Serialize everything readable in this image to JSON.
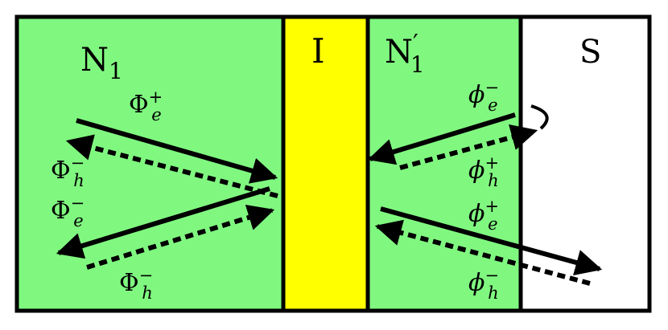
{
  "regions": {
    "n1": {
      "label_main": "N",
      "label_sub": "1",
      "color": "#80F880"
    },
    "insulator": {
      "label": "I",
      "color": "#FFFF00"
    },
    "n1prime": {
      "label_main": "N",
      "label_prime": "′",
      "label_sub": "1",
      "color": "#80F880"
    },
    "superconductor": {
      "label": "S",
      "color": "#FFFFFF"
    }
  },
  "waves": {
    "n1_electron_in": {
      "symbol": "Φ",
      "sup": "+",
      "sub": "e",
      "style": "solid"
    },
    "n1_hole_out_top": {
      "symbol": "Φ",
      "sup": "−",
      "sub": "h",
      "style": "dotted"
    },
    "n1_electron_out": {
      "symbol": "Φ",
      "sup": "−",
      "sub": "e",
      "style": "solid"
    },
    "n1_hole_in_bottom": {
      "symbol": "Φ",
      "sup": "−",
      "sub": "h",
      "style": "dotted"
    },
    "np_electron_left": {
      "symbol": "ϕ",
      "sup": "−",
      "sub": "e",
      "style": "solid"
    },
    "np_hole_right": {
      "symbol": "ϕ",
      "sup": "+",
      "sub": "h",
      "style": "dotted"
    },
    "np_electron_right": {
      "symbol": "ϕ",
      "sup": "+",
      "sub": "e",
      "style": "solid"
    },
    "np_hole_left": {
      "symbol": "ϕ",
      "sup": "−",
      "sub": "h",
      "style": "dotted"
    }
  },
  "colors": {
    "stroke": "#000000",
    "background": "#FFFFFF"
  }
}
